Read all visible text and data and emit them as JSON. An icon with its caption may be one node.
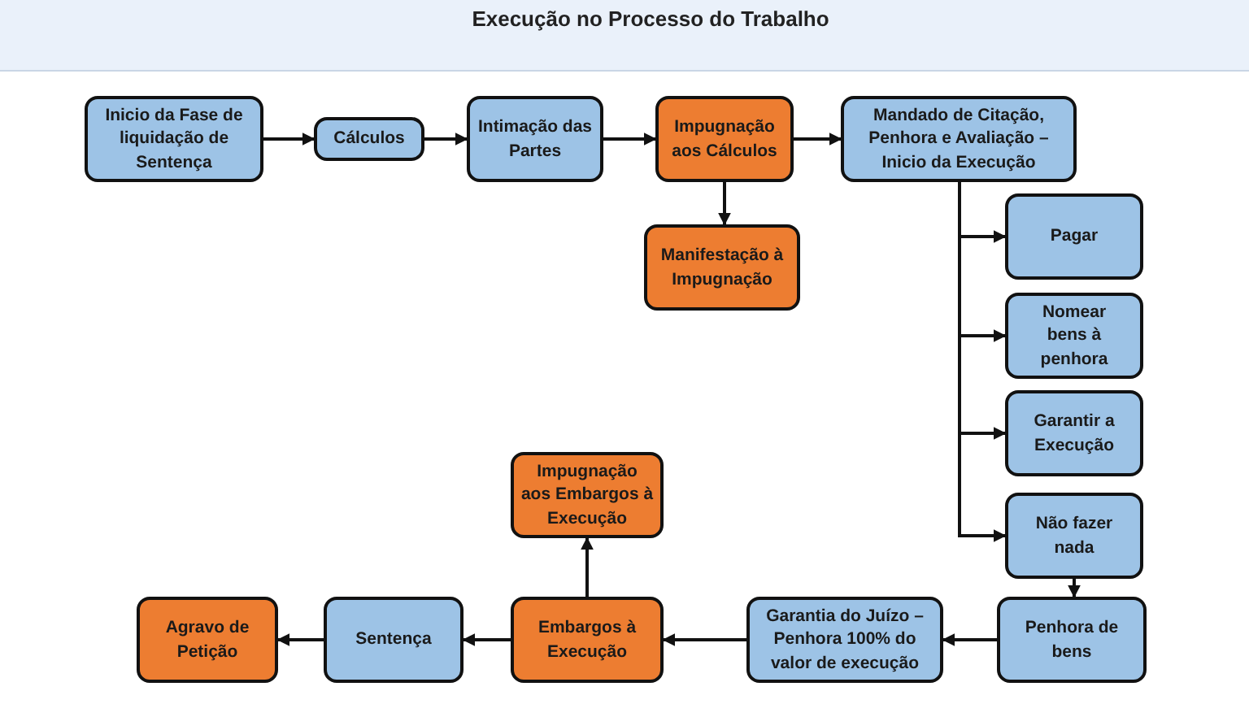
{
  "diagram": {
    "title": "Execução no Processo do Trabalho",
    "nodes": [
      {
        "text": [
          "Inicio da Fase de liquidação de Sentença"
        ]
      },
      {
        "text": [
          "Cálculos"
        ]
      },
      {
        "text": [
          "Intimação das Partes"
        ]
      },
      {
        "text": [
          "Impugnação aos Cálculos"
        ]
      },
      {
        "text": [
          "Mandado de Citação, Penhora e Avaliação – Inicio da Execução"
        ]
      },
      {
        "text": [
          "Manifestação à Impugnação"
        ]
      },
      {
        "text": [
          "Pagar"
        ]
      },
      {
        "text": [
          "Nomear bens à penhora"
        ]
      },
      {
        "text": [
          "Garantir a Execução"
        ]
      },
      {
        "text": [
          "Não fazer nada"
        ]
      },
      {
        "text": [
          "Impugnação aos Embargos à Execução"
        ]
      },
      {
        "text": [
          "Agravo de Petição"
        ]
      },
      {
        "text": [
          "Sentença"
        ]
      },
      {
        "text": [
          "Embargos à Execução"
        ]
      },
      {
        "text": [
          "Garantia do Juízo – Penhora 100% do valor de execução"
        ]
      },
      {
        "text": [
          "Penhora de bens"
        ]
      }
    ],
    "edges": [
      {
        "from": 0,
        "to": 1,
        "arrow": "to"
      },
      {
        "from": 1,
        "to": 2,
        "arrow": "to"
      },
      {
        "from": 2,
        "to": 3,
        "arrow": "to"
      },
      {
        "from": 3,
        "to": 4,
        "arrow": "to"
      },
      {
        "from": 3,
        "to": 5,
        "arrow": "to"
      },
      {
        "from": 4,
        "to": 6,
        "arrow": "to"
      },
      {
        "from": 4,
        "to": 7,
        "arrow": "to"
      },
      {
        "from": 4,
        "to": 8,
        "arrow": "to"
      },
      {
        "from": 4,
        "to": 9,
        "arrow": "to"
      },
      {
        "from": 9,
        "to": 15,
        "arrow": "to"
      },
      {
        "from": 15,
        "to": 14,
        "arrow": "to"
      },
      {
        "from": 14,
        "to": 13,
        "arrow": "to"
      },
      {
        "from": 13,
        "to": 10,
        "arrow": "to"
      },
      {
        "from": 13,
        "to": 12,
        "arrow": "to"
      },
      {
        "from": 12,
        "to": 11,
        "arrow": "to"
      }
    ]
  }
}
